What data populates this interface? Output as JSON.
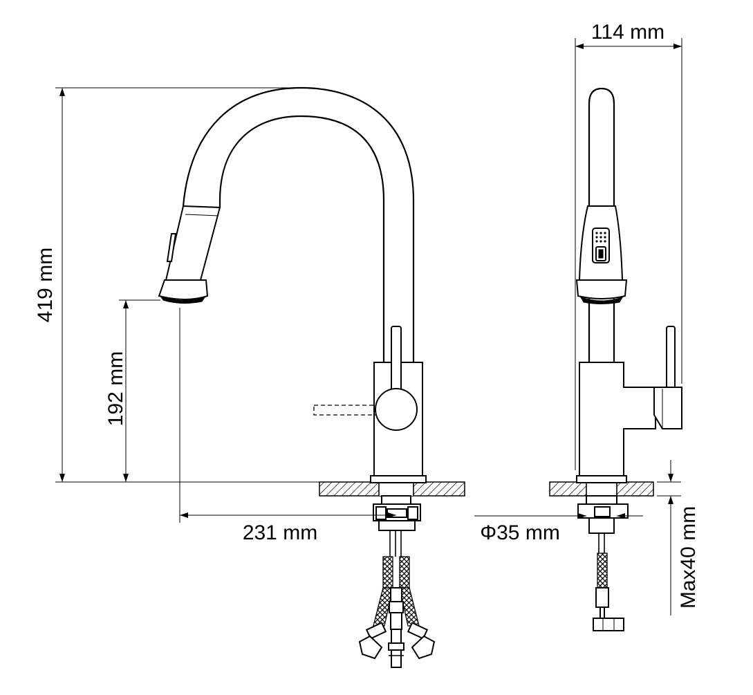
{
  "dimensions": {
    "width_label": "114 mm",
    "height_label": "419 mm",
    "spout_height_label": "192 mm",
    "reach_label": "231 mm",
    "hole_label": "Φ35 mm",
    "deck_label": "Max40 mm"
  }
}
